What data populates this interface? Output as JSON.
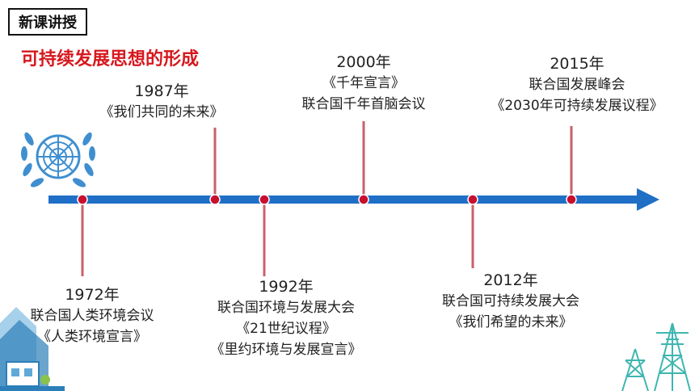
{
  "section_tag": "新课讲授",
  "title": "可持续发展思想的形成",
  "events": [
    {
      "year": "1972年",
      "lines": [
        "联合国人类环境会议",
        "《人类环境宣言》"
      ]
    },
    {
      "year": "1987年",
      "lines": [
        "《我们共同的未来》"
      ]
    },
    {
      "year": "1992年",
      "lines": [
        "联合国环境与发展大会",
        "《21世纪议程》",
        "《里约环境与发展宣言》"
      ]
    },
    {
      "year": "2000年",
      "lines": [
        "《千年宣言》",
        "联合国千年首脑会议"
      ]
    },
    {
      "year": "2012年",
      "lines": [
        "联合国可持续发展大会",
        "《我们希望的未来》"
      ]
    },
    {
      "year": "2015年",
      "lines": [
        "联合国发展峰会",
        "《2030年可持续发展议程》"
      ]
    }
  ],
  "colors": {
    "axis": "#1f6fc6",
    "marker": "#c8102e",
    "connector": "#c9616b",
    "title": "#d6181e"
  },
  "icons": [
    "un-emblem-icon",
    "house-decoration-icon",
    "power-tower-icon"
  ]
}
